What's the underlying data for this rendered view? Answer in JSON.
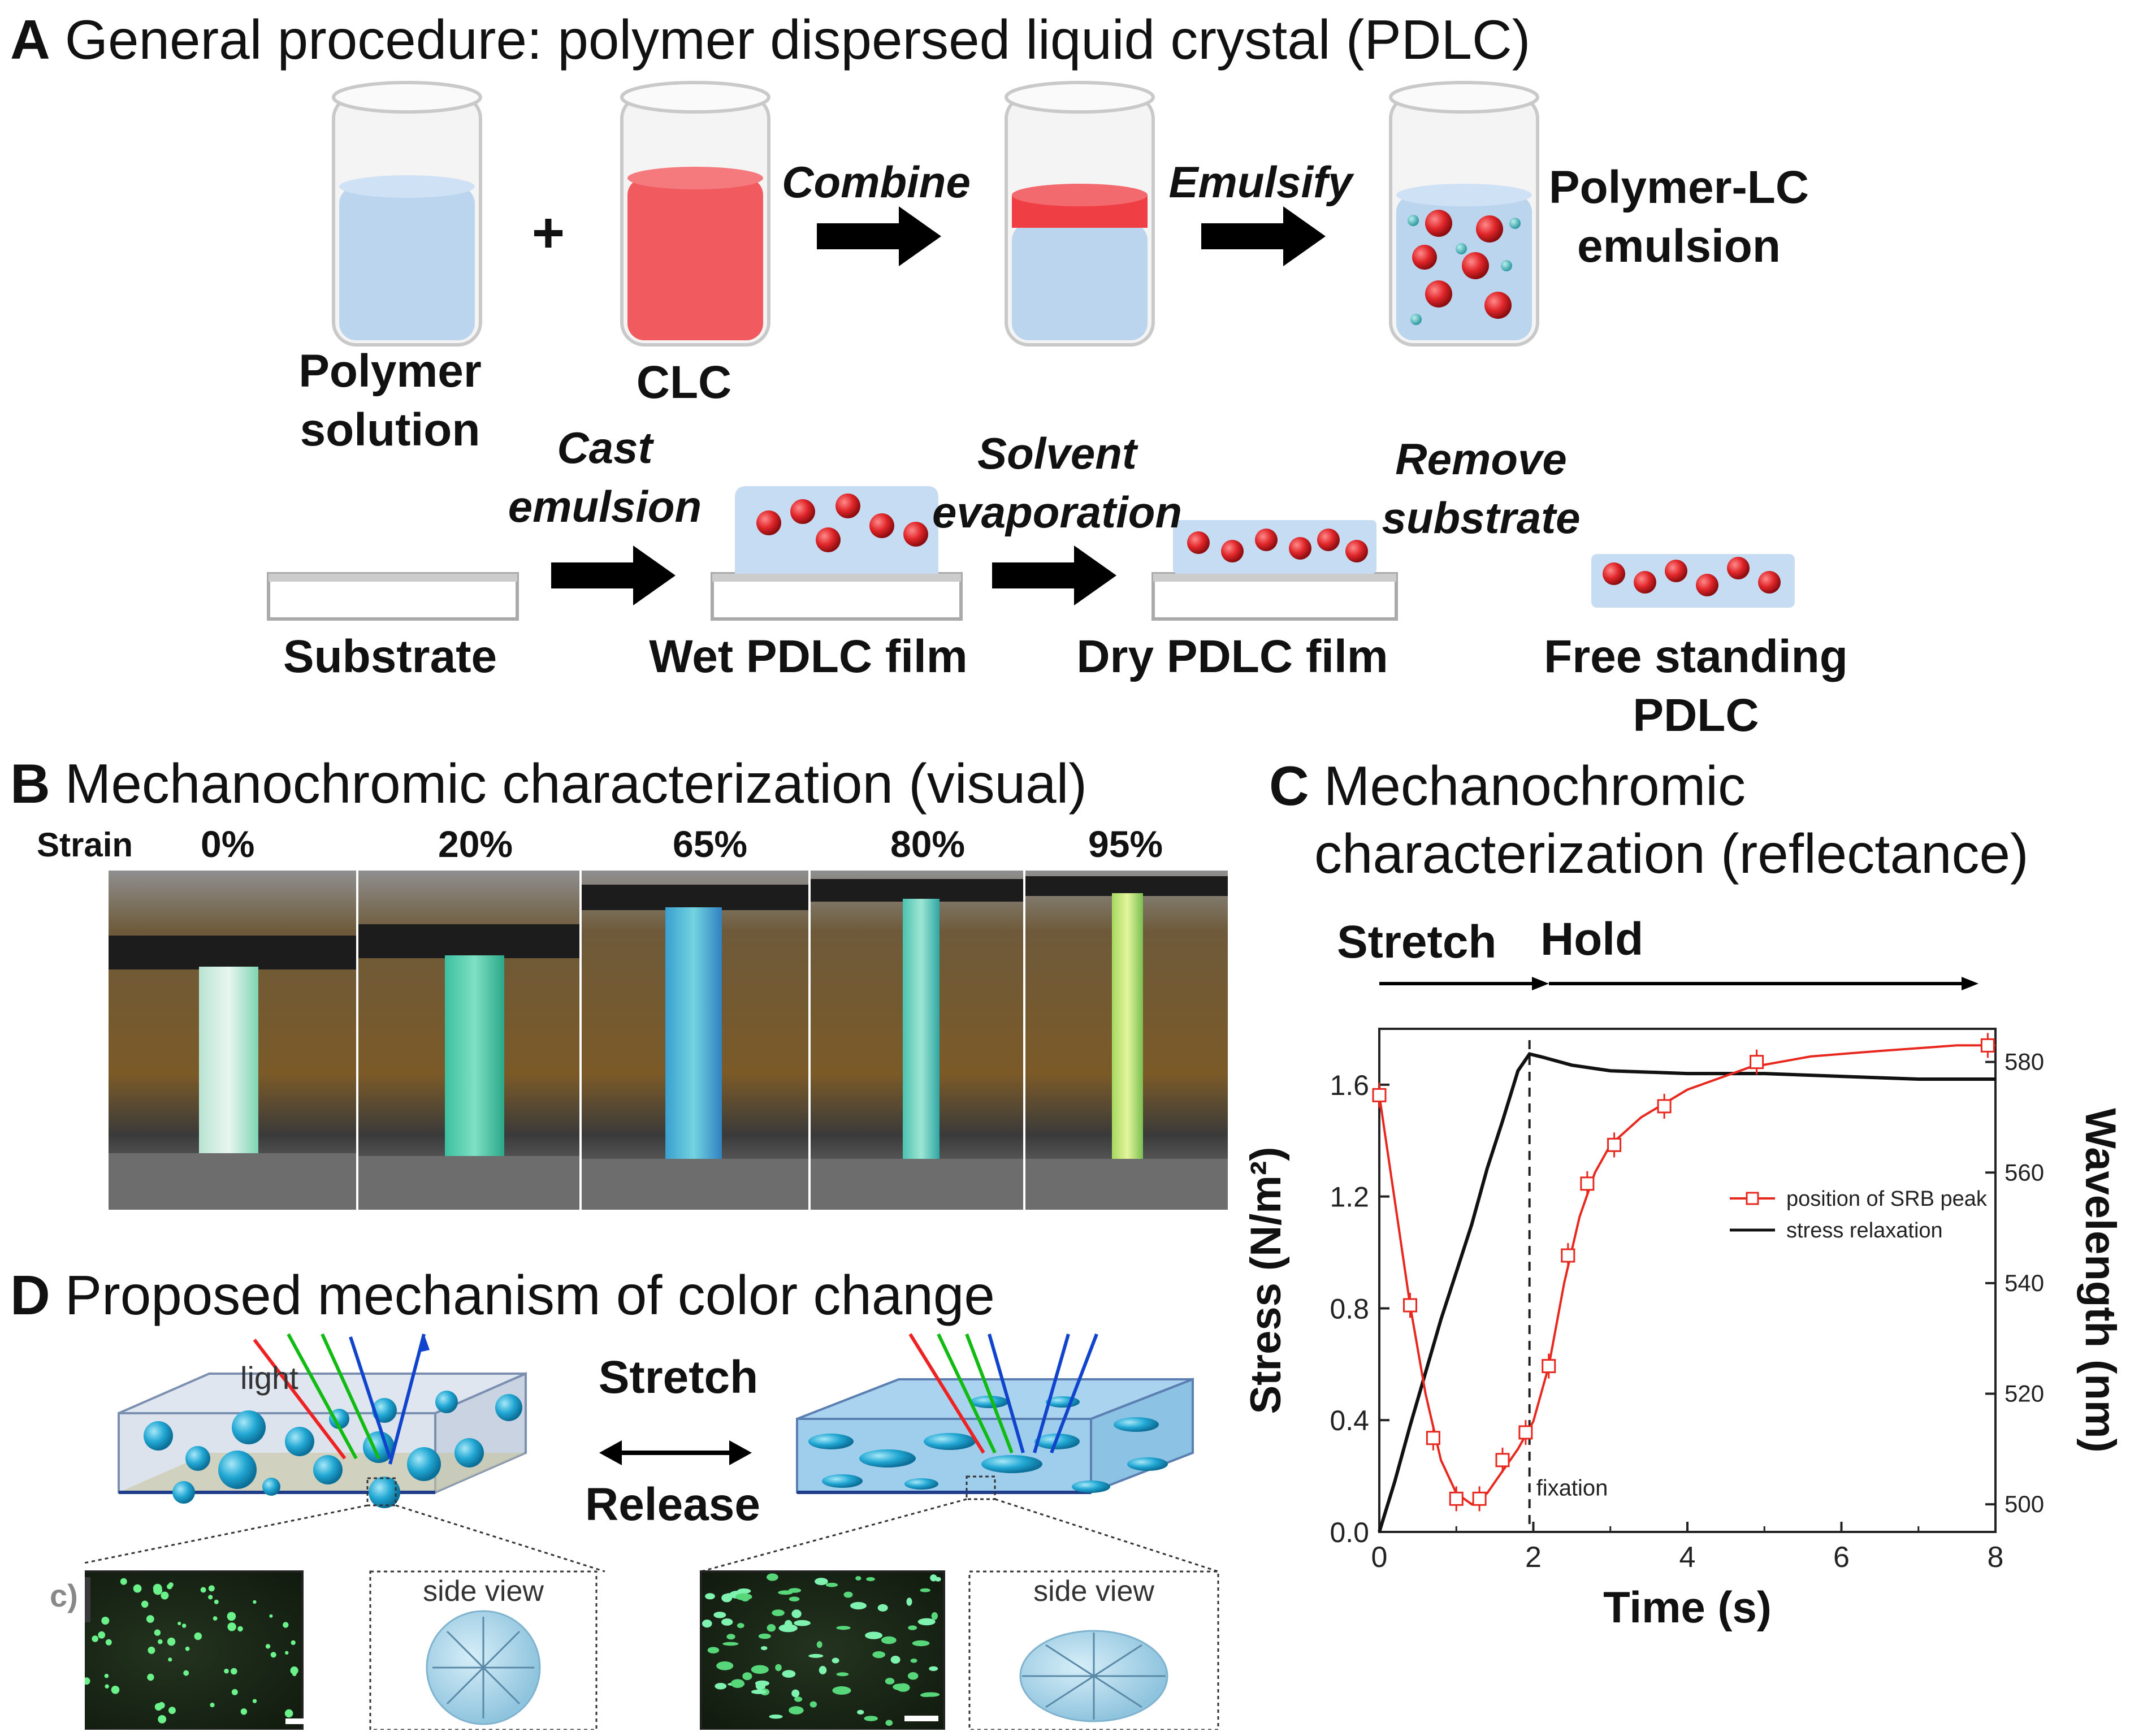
{
  "panelA": {
    "letter": "A",
    "title": "General procedure: polymer dispersed liquid crystal (PDLC)",
    "plus": "+",
    "labels": {
      "polymer_solution": [
        "Polymer",
        "solution"
      ],
      "clc": "CLC",
      "emulsion": [
        "Polymer-LC",
        "emulsion"
      ],
      "substrate": "Substrate",
      "wet_film": "Wet PDLC film",
      "dry_film": "Dry PDLC film",
      "free_standing": [
        "Free standing",
        "PDLC"
      ]
    },
    "steps": {
      "combine": "Combine",
      "emulsify": "Emulsify",
      "cast": [
        "Cast",
        "emulsion"
      ],
      "evaporation": [
        "Solvent",
        "evaporation"
      ],
      "remove": [
        "Remove",
        "substrate"
      ]
    }
  },
  "panelB": {
    "letter": "B",
    "title": "Mechanochromic characterization (visual)",
    "strain_label": "Strain",
    "strains": [
      "0%",
      "20%",
      "65%",
      "80%",
      "95%"
    ]
  },
  "panelC": {
    "letter": "C",
    "title": [
      "Mechanochromic",
      "characterization (reflectance)"
    ],
    "stretch_label": "Stretch",
    "hold_label": "Hold",
    "fixation_label": "fixation"
  },
  "panelD": {
    "letter": "D",
    "title": "Proposed mechanism of color change",
    "light_label": "light",
    "stretch": "Stretch",
    "release": "Release",
    "side_view": "side view",
    "inset_tag": "c)"
  },
  "chart_data": {
    "type": "line",
    "xlabel": "Time (s)",
    "ylabel": "Stress (N/m²)",
    "y2label": "Wavelength (nm)",
    "xlim": [
      0,
      8
    ],
    "ylim": [
      0,
      1.8
    ],
    "y2lim": [
      495,
      586
    ],
    "xticks": [
      "0",
      "2",
      "4",
      "6",
      "8"
    ],
    "yticks": [
      "0.0",
      "0.4",
      "0.8",
      "1.2",
      "1.6"
    ],
    "y2ticks": [
      "500",
      "520",
      "540",
      "560",
      "580"
    ],
    "grid": false,
    "legend_position": "center-right",
    "series": [
      {
        "name": "position of SRB peak",
        "axis": "right",
        "color": "#e8271f",
        "marker": "open-square",
        "points": [
          [
            0.0,
            574
          ],
          [
            0.4,
            536
          ],
          [
            0.7,
            512
          ],
          [
            1.0,
            501
          ],
          [
            1.3,
            501
          ],
          [
            1.6,
            508
          ],
          [
            1.9,
            513
          ],
          [
            2.2,
            525
          ],
          [
            2.45,
            545
          ],
          [
            2.7,
            558
          ],
          [
            3.05,
            565
          ],
          [
            3.7,
            572
          ],
          [
            4.9,
            580
          ],
          [
            7.9,
            583
          ]
        ],
        "curve": [
          [
            0.0,
            574
          ],
          [
            0.2,
            555
          ],
          [
            0.4,
            536
          ],
          [
            0.6,
            520
          ],
          [
            0.8,
            508
          ],
          [
            1.0,
            502
          ],
          [
            1.2,
            500
          ],
          [
            1.4,
            502
          ],
          [
            1.6,
            506
          ],
          [
            1.8,
            510
          ],
          [
            2.0,
            515
          ],
          [
            2.2,
            525
          ],
          [
            2.4,
            540
          ],
          [
            2.6,
            552
          ],
          [
            2.8,
            560
          ],
          [
            3.0,
            565
          ],
          [
            3.4,
            570
          ],
          [
            4.0,
            575
          ],
          [
            4.8,
            579
          ],
          [
            5.6,
            581
          ],
          [
            6.5,
            582
          ],
          [
            7.5,
            583
          ],
          [
            8.0,
            583
          ]
        ]
      },
      {
        "name": "stress relaxation",
        "axis": "left",
        "color": "#111111",
        "points": [
          [
            0.0,
            0.0
          ],
          [
            0.2,
            0.18
          ],
          [
            0.4,
            0.38
          ],
          [
            0.6,
            0.57
          ],
          [
            0.8,
            0.76
          ],
          [
            1.0,
            0.93
          ],
          [
            1.2,
            1.1
          ],
          [
            1.4,
            1.3
          ],
          [
            1.6,
            1.47
          ],
          [
            1.8,
            1.65
          ],
          [
            1.95,
            1.71
          ],
          [
            2.1,
            1.7
          ],
          [
            2.5,
            1.67
          ],
          [
            3.0,
            1.65
          ],
          [
            4.0,
            1.64
          ],
          [
            5.0,
            1.64
          ],
          [
            6.0,
            1.63
          ],
          [
            7.0,
            1.62
          ],
          [
            8.0,
            1.62
          ]
        ]
      }
    ]
  }
}
